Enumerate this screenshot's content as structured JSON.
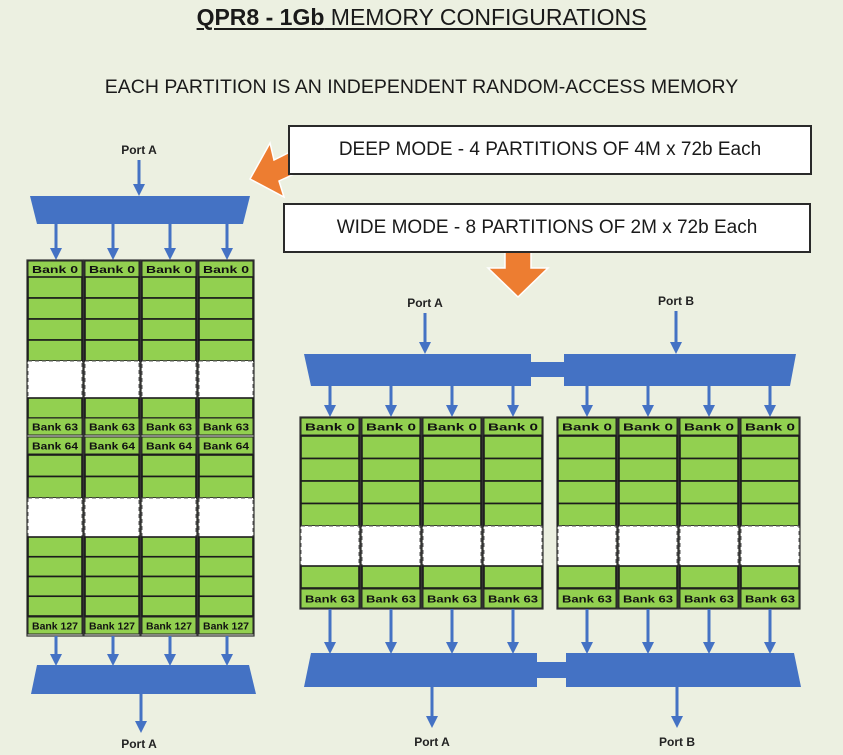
{
  "title": {
    "bold": "QPR8 - 1Gb",
    "rest": " MEMORY  CONFIGURATIONS"
  },
  "subtitle": "EACH PARTITION IS AN INDEPENDENT RANDOM-ACCESS MEMORY",
  "deep_mode": "DEEP MODE - 4 PARTITIONS OF 4M x 72b Each",
  "wide_mode": "WIDE MODE - 8 PARTITIONS OF 2M x 72b Each",
  "deep_config": {
    "port_top": "Port A",
    "port_bottom": "Port A",
    "bank_labels": [
      "Bank 0",
      "Bank 63",
      "Bank 64",
      "Bank 127"
    ]
  },
  "wide_config": {
    "left_port_top": "Port A",
    "right_port_top": "Port B",
    "left_port_bottom": "Port A",
    "right_port_bottom": "Port B",
    "bank_labels": [
      "Bank 0",
      "Bank 63"
    ]
  },
  "colors": {
    "background": "#ecf0e1",
    "bus": "#4472c4",
    "bank_fill": "#92d050",
    "arrow_orange": "#ed7d31"
  }
}
